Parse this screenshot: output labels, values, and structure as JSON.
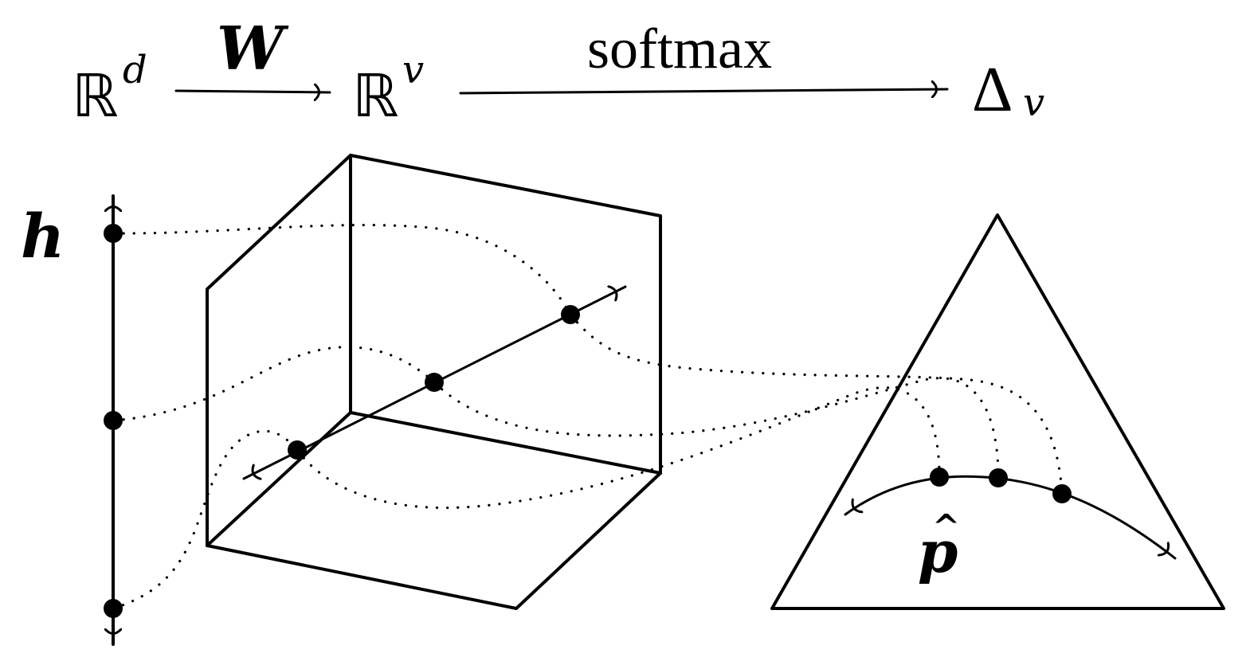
{
  "top_mapping": {
    "input_space_symbol": "ℝ",
    "input_space_superscript": "d",
    "weight_symbol": "W",
    "hidden_space_symbol": "ℝ",
    "hidden_space_superscript": "v",
    "softmax_label": "softmax",
    "output_space_symbol": "Δ",
    "output_space_subscript": "v"
  },
  "diagram": {
    "h_label": "h",
    "p_label": "p",
    "p_hat_mark": "^"
  },
  "colors": {
    "ink": "#000000",
    "background": "#ffffff"
  }
}
